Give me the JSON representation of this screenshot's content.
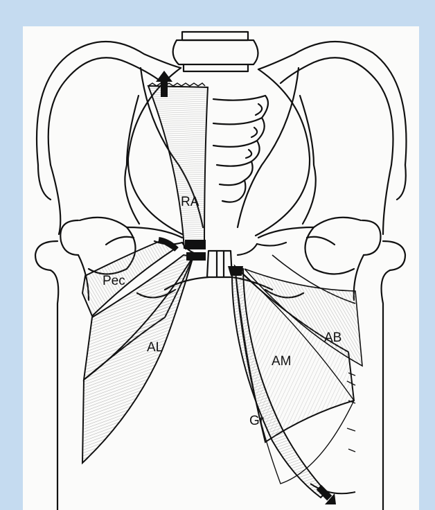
{
  "labels": {
    "ra": "RA",
    "pec": "Pec",
    "al": "AL",
    "am": "AM",
    "ab": "AB",
    "gr": "Gr"
  },
  "colors": {
    "border": "#c5dbf0",
    "paper": "#fbfbfa",
    "ink": "#111111"
  }
}
